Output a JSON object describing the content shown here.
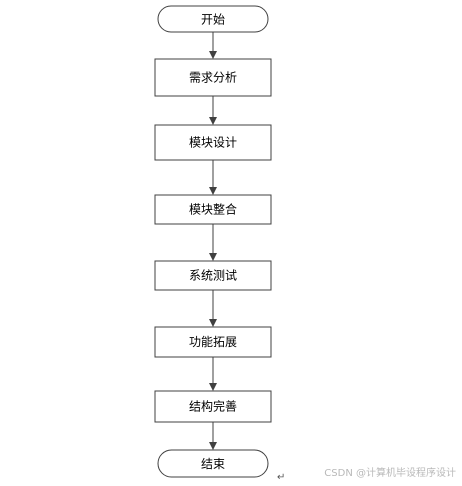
{
  "flow": {
    "start": "开始",
    "steps": [
      "需求分析",
      "模块设计",
      "模块整合",
      "系统测试",
      "功能拓展",
      "结构完善"
    ],
    "end": "结束"
  },
  "paragraph_mark": "↵",
  "watermark": "CSDN @计算机毕设程序设计"
}
